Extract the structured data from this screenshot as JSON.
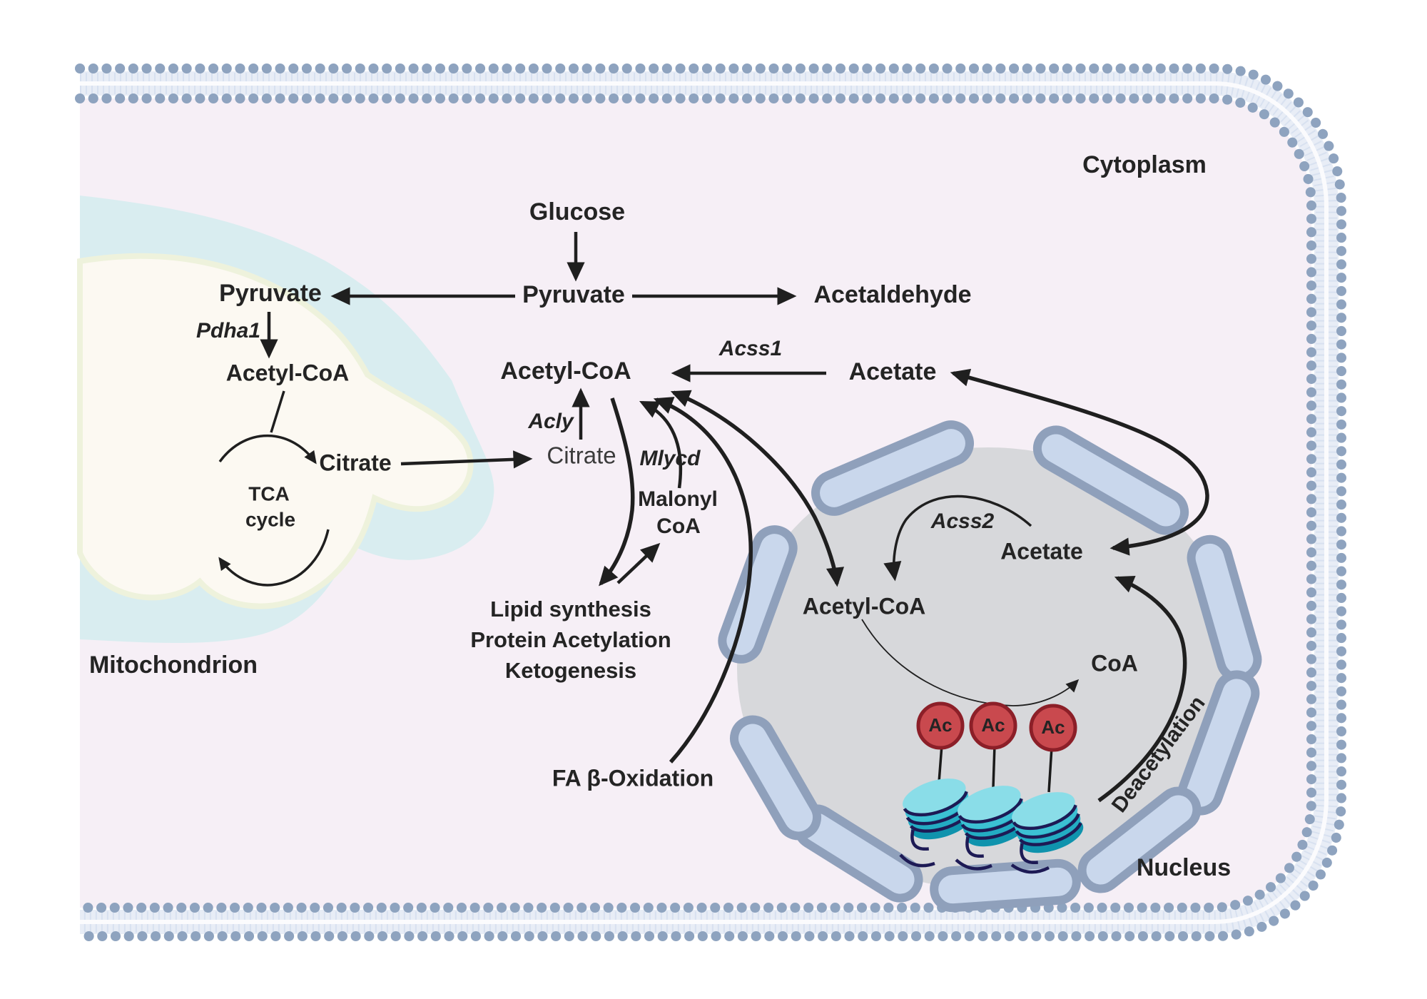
{
  "regions": {
    "cytoplasm": "Cytoplasm",
    "nucleus": "Nucleus",
    "mitochondrion": "Mitochondrion"
  },
  "cytoplasm": {
    "glucose": "Glucose",
    "pyruvate": "Pyruvate",
    "acetaldehyde": "Acetaldehyde",
    "acetate": "Acetate",
    "acetyl_coa": "Acetyl-CoA",
    "citrate": "Citrate",
    "malonyl_line1": "Malonyl",
    "malonyl_line2": "CoA",
    "fa_beta_oxidation": "FA β-Oxidation",
    "fates": [
      "Lipid synthesis",
      "Protein Acetylation",
      "Ketogenesis"
    ]
  },
  "mitochondrion": {
    "pyruvate": "Pyruvate",
    "acetyl_coa": "Acetyl-CoA",
    "citrate": "Citrate",
    "tca_line1": "TCA",
    "tca_line2": "cycle"
  },
  "nucleus": {
    "acetate": "Acetate",
    "acetyl_coa": "Acetyl-CoA",
    "coa": "CoA",
    "deacetylation": "Deacetylation",
    "ac_marks": [
      "Ac",
      "Ac",
      "Ac"
    ]
  },
  "genes": {
    "pdha1": "Pdha1",
    "acly": "Acly",
    "acss1": "Acss1",
    "mlycd": "Mlycd",
    "acss2": "Acss2"
  },
  "colors": {
    "background": "#ffffff",
    "cytoplasm_fill": "#f6eff6",
    "membrane_dot": "#8ea3bf",
    "membrane_band": "#e8edf6",
    "mito_outer": "#d9edf0",
    "mito_matrix": "#fcf9f2",
    "mito_halo": "#eef2dc",
    "nucleus_fill": "#d7d8db",
    "envelope_fill": "#c9d7ec",
    "envelope_stroke": "#8fa0bb",
    "arrow": "#1f1f1f",
    "text_dark": "#242424",
    "gene_red": "#c23a2f",
    "glucose_red": "#8e2322",
    "metabolite_blue": "#2e7dc8",
    "process_magenta": "#e01a8c",
    "histone_teal": "#3cc0d3",
    "histone_light": "#8adde8",
    "histone_dark": "#0f93ad",
    "dna_navy": "#1d1a55",
    "ac_fill": "#c9494e",
    "ac_stroke": "#8c1f28",
    "ac_text": "#ffffff"
  }
}
